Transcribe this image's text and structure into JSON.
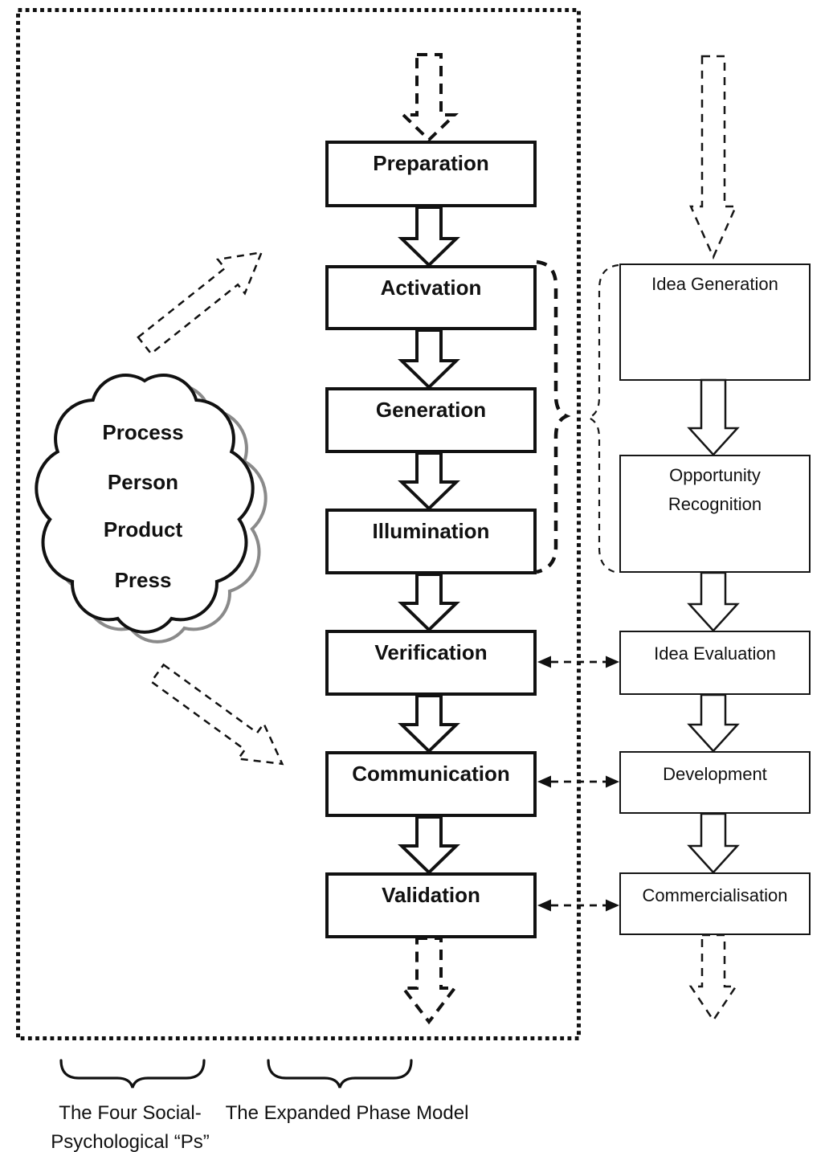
{
  "figure": {
    "cloud": {
      "labels": [
        "Process",
        "Person",
        "Product",
        "Press"
      ]
    },
    "expanded_phase_model": {
      "phases": [
        "Preparation",
        "Activation",
        "Generation",
        "Illumination",
        "Verification",
        "Communication",
        "Validation"
      ]
    },
    "innovation_process": {
      "stages": [
        "Idea Generation",
        "Opportunity Recognition",
        "Idea Evaluation",
        "Development",
        "Commercialisation"
      ]
    },
    "captions": {
      "four_ps_line1": "The Four Social-",
      "four_ps_line2": "Psychological “Ps”",
      "expanded_model": "The Expanded Phase Model"
    },
    "colors": {
      "ink": "#111111",
      "cloud_shadow": "#8a8a8a"
    }
  }
}
